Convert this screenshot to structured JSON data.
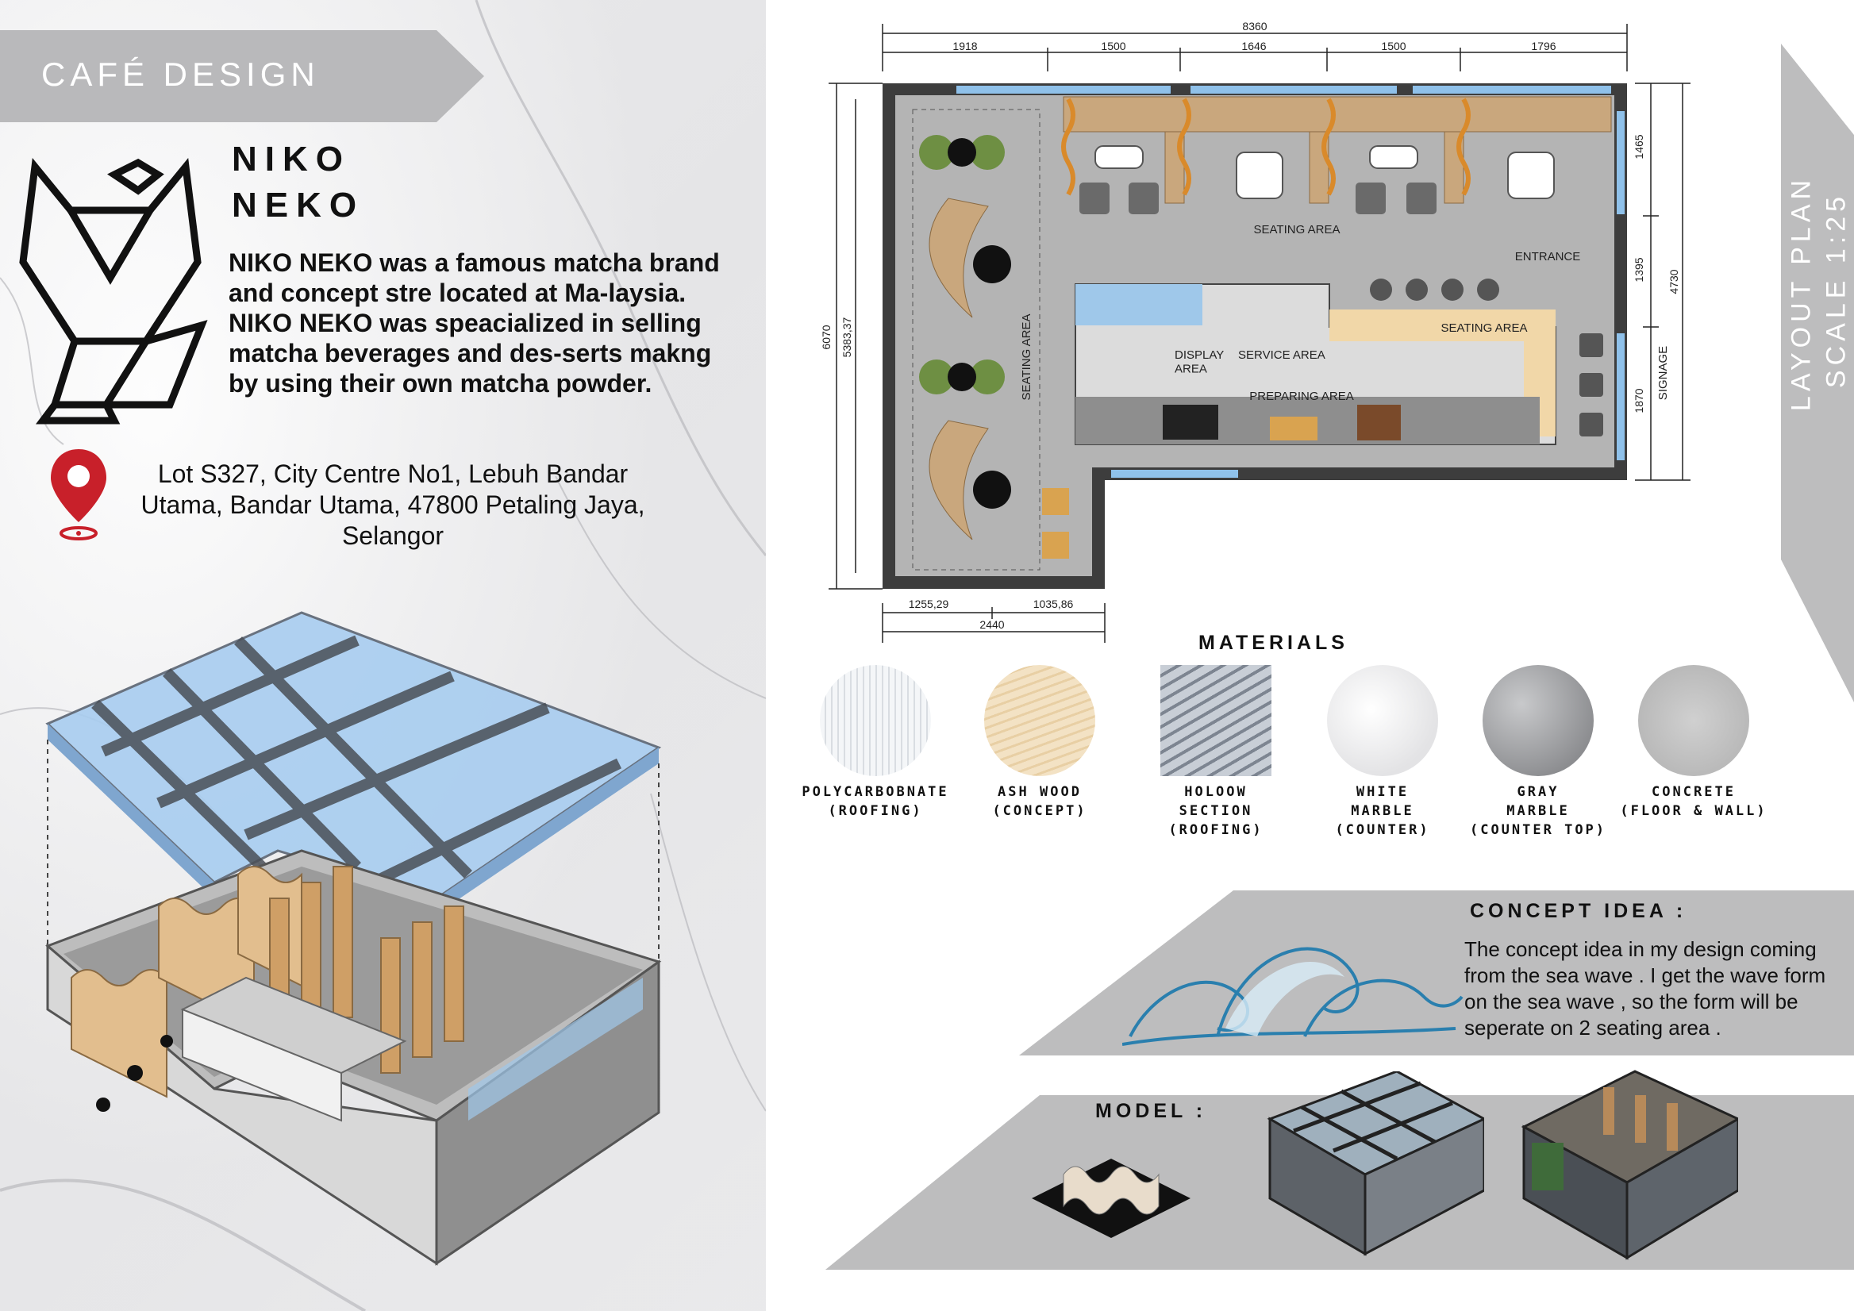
{
  "header": {
    "title": "CAFÉ DESIGN"
  },
  "brand": {
    "name": "NIKO\nNEKO",
    "description": "NIKO NEKO was a famous matcha brand and concept stre located at Ma-laysia. NIKO NEKO was speacialized in selling matcha beverages and des-serts makng by using their own matcha powder.",
    "address": "Lot S327, City Centre No1, Lebuh Bandar Utama, Bandar Utama, 47800 Petaling Jaya, Selangor"
  },
  "plan": {
    "side_title": "LAYOUT PLAN",
    "scale": "SCALE 1:25",
    "dims_top_total": "8360",
    "dims_top": [
      "1918",
      "1500",
      "1646",
      "1500",
      "1796"
    ],
    "dims_left_outer": "6070",
    "dims_left_inner": "5383,37",
    "dims_bottom": [
      "1255,29",
      "1035,86"
    ],
    "dims_bottom_total": "2440",
    "dims_right": [
      "1465",
      "1395",
      "1870"
    ],
    "dims_right_total": "4730",
    "labels": {
      "seating_top": "SEATING AREA",
      "seating_left": "SEATING AREA",
      "seating_right": "SEATING AREA",
      "entrance": "ENTRANCE",
      "display": "DISPLAY\nAREA",
      "service": "SERVICE AREA",
      "preparing": "PREPARING AREA",
      "signage": "SIGNAGE"
    }
  },
  "materials": {
    "title": "MATERIALS",
    "items": [
      {
        "label": "POLYCARBOBNATE\n(ROOFING)",
        "color": "#e9ecef"
      },
      {
        "label": "ASH WOOD\n(CONCEPT)",
        "color": "#f0dcb8"
      },
      {
        "label": "HOLOOW\nSECTION\n(ROOFING)",
        "color": "#9aa2ad"
      },
      {
        "label": "WHITE\nMARBLE\n(COUNTER)",
        "color": "#eeeeef"
      },
      {
        "label": "GRAY\nMARBLE\n(COUNTER TOP)",
        "color": "#9e9fa1"
      },
      {
        "label": "CONCRETE\n(FLOOR & WALL)",
        "color": "#c6c6c6"
      }
    ]
  },
  "concept": {
    "title": "CONCEPT IDEA :",
    "text": "The concept idea in my design coming from the sea wave . I get the wave form on the sea wave , so the form will be seperate on 2 seating area ."
  },
  "model": {
    "title": "MODEL :"
  },
  "colors": {
    "banner_gray": "#b9b9bb",
    "band_gray": "#bdbdbe",
    "pin_red": "#c8202a",
    "wood": "#d9b483",
    "glass": "#9fc8ea",
    "concrete": "#a3a3a3"
  },
  "icons": [
    "cat-logo-icon",
    "location-pin-icon",
    "wave-icon"
  ]
}
